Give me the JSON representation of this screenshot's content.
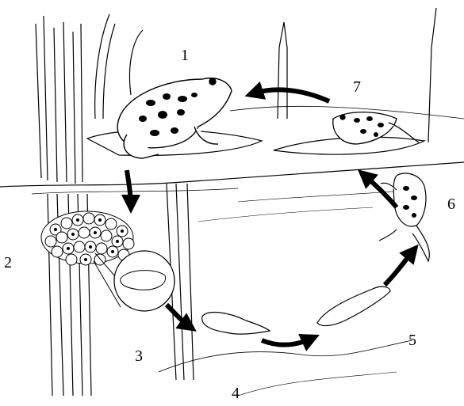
{
  "diagram": {
    "stage_labels": {
      "s1": "1",
      "s2": "2",
      "s3": "3",
      "s4": "4",
      "s5": "5",
      "s6": "6",
      "s7": "7"
    },
    "ink_color": "#000000",
    "paper_color": "#ffffff",
    "icons": [
      "adult-frog-icon",
      "egg-mass-icon",
      "embryo-icon",
      "tadpole-icon",
      "froglet-icon",
      "young-frog-icon",
      "cycle-arrow-icon"
    ]
  }
}
